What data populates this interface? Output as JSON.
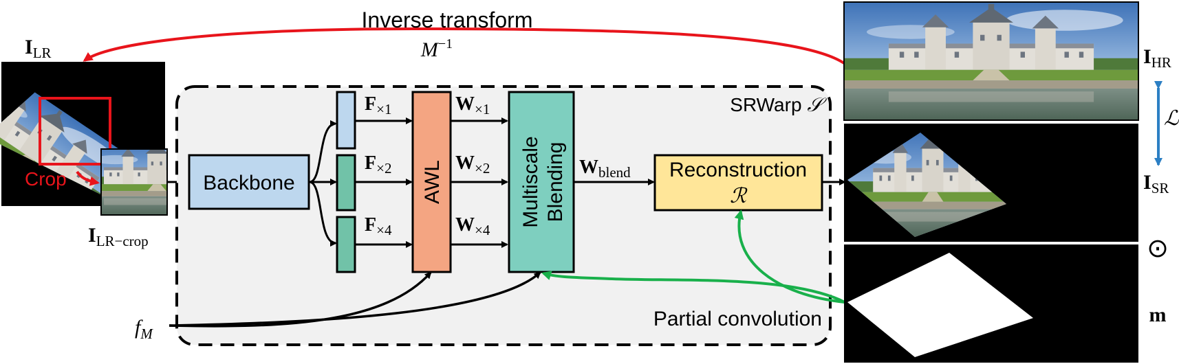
{
  "colors": {
    "red_arrow": "#e8141b",
    "green_arrow": "#19b04b",
    "blue_arrow": "#2c7fc4",
    "panel_fill": "#f1f1f1",
    "backbone_fill": "#bdd7ee",
    "feature_x1_fill": "#bdd7ee",
    "feature_x2_fill": "#71c2a8",
    "feature_x4_fill": "#71c2a8",
    "awl_fill": "#f4a582",
    "blending_fill": "#7ecfbf",
    "reconstruction_fill": "#ffe699",
    "crop_box": "#e8141b"
  },
  "top": {
    "inverse_label": "Inverse transform",
    "inverse_symbol": "M",
    "inverse_exp": "−1"
  },
  "inputs": {
    "lr_label_main": "I",
    "lr_label_sub": "LR",
    "crop_label": "Crop",
    "lrcrop_label_main": "I",
    "lrcrop_label_sub": "LR−crop",
    "fm_main": "f",
    "fm_sub": "M"
  },
  "panel": {
    "title": "SRWarp",
    "title_symbol": "𝒮",
    "partial_conv": "Partial convolution"
  },
  "blocks": {
    "backbone": "Backbone",
    "awl": "AWL",
    "blending_line1": "Multiscale",
    "blending_line2": "Blending",
    "recon_line1": "Reconstruction",
    "recon_symbol": "ℛ"
  },
  "features": [
    {
      "main": "F",
      "sub": "×1"
    },
    {
      "main": "F",
      "sub": "×2"
    },
    {
      "main": "F",
      "sub": "×4"
    }
  ],
  "weights": [
    {
      "main": "W",
      "sub": "×1"
    },
    {
      "main": "W",
      "sub": "×2"
    },
    {
      "main": "W",
      "sub": "×4"
    }
  ],
  "wblend": {
    "main": "W",
    "sub": "blend"
  },
  "right": {
    "hr_main": "I",
    "hr_sub": "HR",
    "loss": "ℒ",
    "sr_main": "I",
    "sr_sub": "SR",
    "odot": "⊙",
    "mask": "m"
  }
}
